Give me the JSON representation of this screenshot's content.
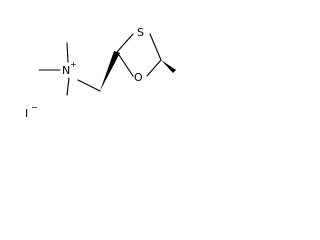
{
  "molecule": {
    "atoms": {
      "sulfur": "S",
      "oxygen": "O",
      "nitrogen": "N",
      "nitrogen_charge": "+",
      "iodide": "I",
      "iodide_charge": "−"
    }
  }
}
